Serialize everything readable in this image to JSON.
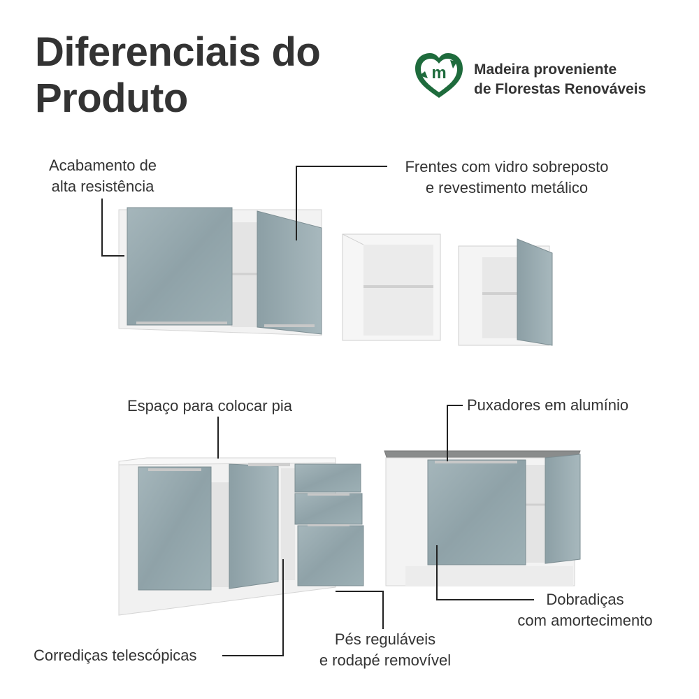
{
  "header": {
    "title_line1": "Diferenciais do",
    "title_line2": "Produto"
  },
  "eco_badge": {
    "icon": "recycle-m-icon",
    "icon_letter": "m",
    "line1": "Madeira proveniente",
    "line2": "de Florestas Renováveis",
    "accent_color": "#1e6b3c"
  },
  "features": {
    "acabamento": {
      "line1": "Acabamento de",
      "line2": "alta resistência"
    },
    "frentes": {
      "line1": "Frentes com vidro sobreposto",
      "line2": "e revestimento metálico"
    },
    "espaco_pia": {
      "line1": "Espaço para colocar pia"
    },
    "puxadores": {
      "line1": "Puxadores em alumínio"
    },
    "dobradicas": {
      "line1": "Dobradiças",
      "line2": "com amortecimento"
    },
    "pes": {
      "line1": "Pés reguláveis",
      "line2": "e rodapé removível"
    },
    "corredicas": {
      "line1": "Corrediças telescópicas"
    }
  },
  "colors": {
    "door": "#93a5ab",
    "door_light": "#aab9be",
    "carcass": "#f3f3f3",
    "countertop": "#8a8c8c",
    "callout_line": "#222222"
  }
}
